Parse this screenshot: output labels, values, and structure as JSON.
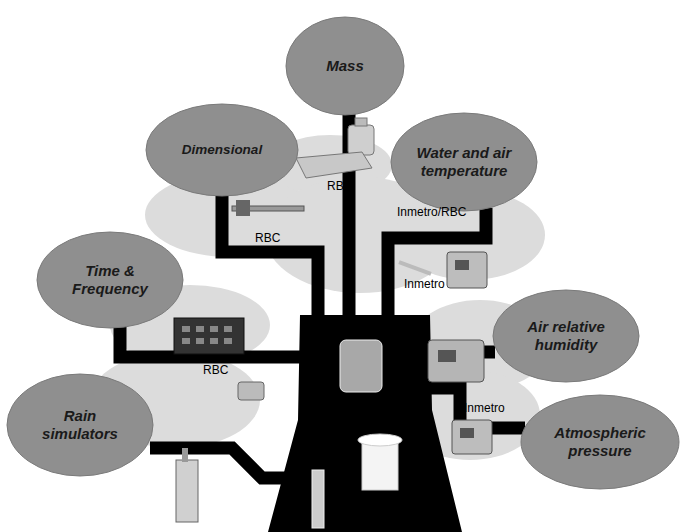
{
  "diagram": {
    "nodes": [
      {
        "text": [
          "Mass"
        ]
      },
      {
        "text": [
          "Dimensional"
        ]
      },
      {
        "text": [
          "Water and air temperature"
        ]
      },
      {
        "text": [
          "Time & Frequency"
        ]
      },
      {
        "text": [
          "Air relative humidity"
        ]
      },
      {
        "text": [
          "Rain simulators"
        ]
      },
      {
        "text": [
          "Atmospheric pressure"
        ]
      }
    ],
    "labels": [
      "RBC",
      "Inmetro/RBC",
      "RBC",
      "Inmetro",
      "RBC",
      "Inmetro"
    ]
  }
}
